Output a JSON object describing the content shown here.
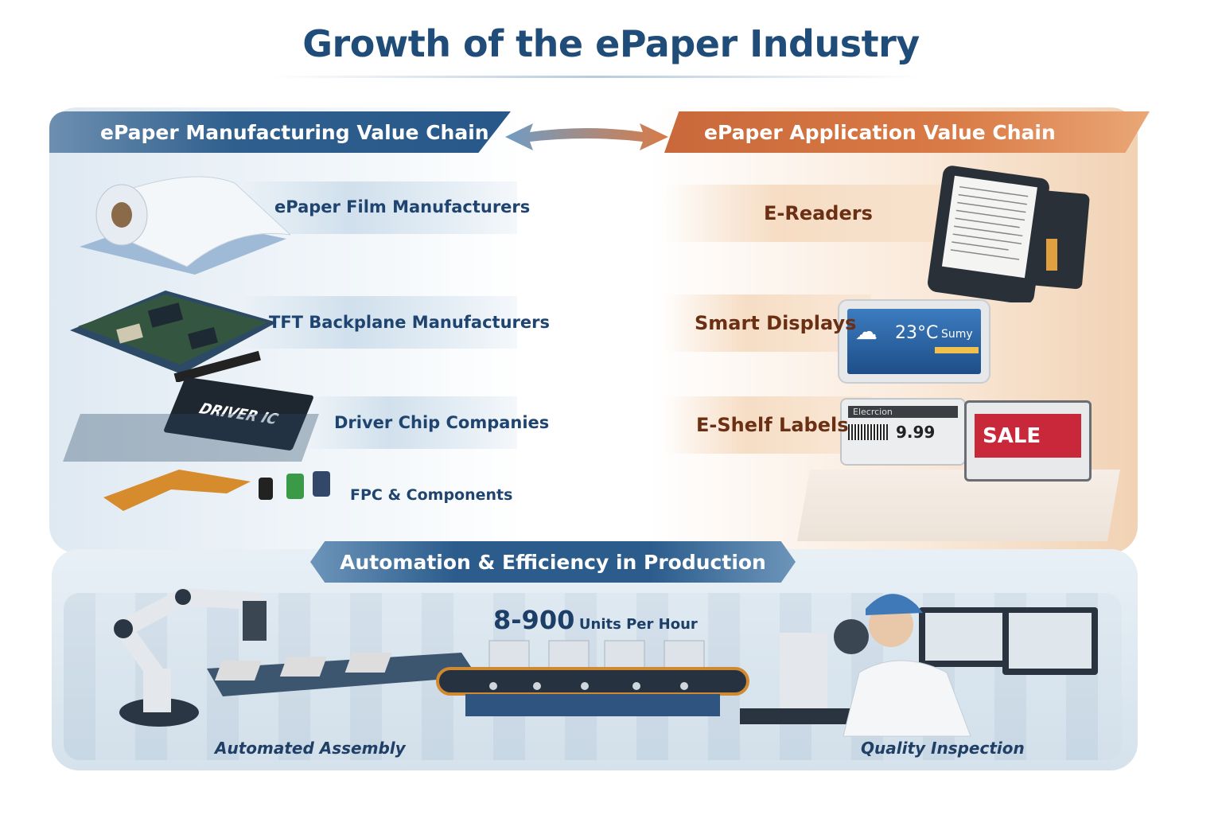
{
  "title": "Growth of the ePaper Industry",
  "manufacturing": {
    "header": "ePaper Manufacturing Value Chain",
    "items": [
      {
        "label": "ePaper Film Manufacturers",
        "icon": "film-roll-icon"
      },
      {
        "label": "TFT Backplane Manufacturers",
        "icon": "circuit-board-icon"
      },
      {
        "label": "Driver Chip Companies",
        "icon": "driver-chip-icon"
      },
      {
        "label": "FPC & Components",
        "icon": "flex-circuit-icon"
      }
    ],
    "chip_text": "DRIVER IC"
  },
  "application": {
    "header": "ePaper Application Value Chain",
    "items": [
      {
        "label": "E-Readers",
        "icon": "ereader-icon"
      },
      {
        "label": "Smart Displays",
        "icon": "smart-display-icon"
      },
      {
        "label": "E-Shelf Labels",
        "icon": "shelf-label-icon"
      }
    ],
    "display": {
      "temp": "23°C",
      "weather": "Sumy"
    },
    "shelf_label": {
      "name": "Elecrcion",
      "price": "9.99"
    },
    "sale_label": "SALE"
  },
  "production": {
    "header": "Automation & Efficiency in Production",
    "rate_number": "8-900",
    "rate_unit": "Units Per Hour",
    "assembly_label": "Automated Assembly",
    "inspection_label": "Quality Inspection"
  },
  "colors": {
    "blue": "#27588a",
    "orange": "#d97b46",
    "title": "#1f4c78"
  }
}
